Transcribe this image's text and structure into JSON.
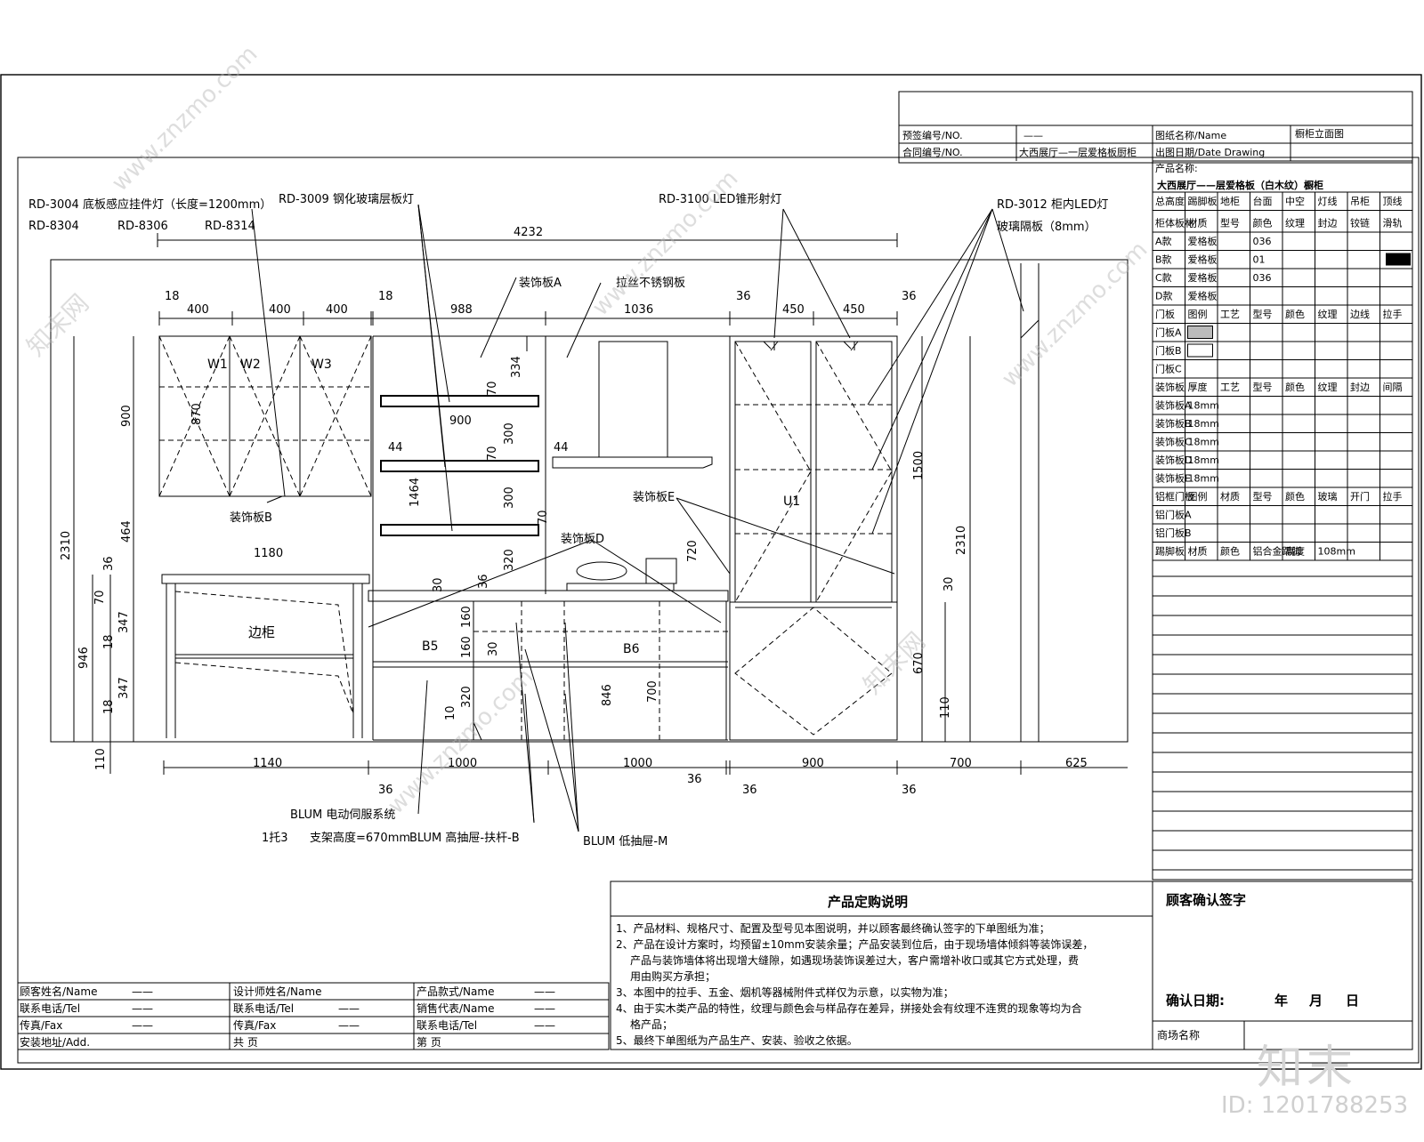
{
  "title_block": {
    "r1": {
      "l1": "预签编号/NO.",
      "v1": "——",
      "l2": "图纸名称/Name",
      "v2": "橱柜立面图"
    },
    "r2": {
      "l1": "合同编号/NO.",
      "v1": "大西展厅—一层爱格板厨柜",
      "l2": "出图日期/Date Drawing",
      "v2": ""
    },
    "product_label": "产品名称:",
    "product_name": "大西展厅——层爱格板（白木纹）橱柜",
    "spec_header": [
      "总高度",
      "踢脚板",
      "地柜",
      "台面",
      "中空",
      "灯线",
      "吊柜",
      "顶线"
    ],
    "rows": [
      [
        "柜体板材",
        "材质",
        "型号",
        "颜色",
        "纹理",
        "封边",
        "铰链",
        "滑轨"
      ],
      [
        "A款",
        "爱格板",
        "",
        "036",
        "",
        "",
        "",
        ""
      ],
      [
        "B款",
        "爱格板",
        "",
        "01",
        "",
        "",
        "",
        ""
      ],
      [
        "C款",
        "爱格板",
        "",
        "036",
        "",
        "",
        "",
        ""
      ],
      [
        "D款",
        "爱格板",
        "",
        "",
        "",
        "",
        "",
        ""
      ],
      [
        "门板",
        "图例",
        "工艺",
        "型号",
        "颜色",
        "纹理",
        "边线",
        "拉手"
      ],
      [
        "门板A",
        "",
        "",
        "",
        "",
        "",
        "",
        ""
      ],
      [
        "门板B",
        "",
        "",
        "",
        "",
        "",
        "",
        ""
      ],
      [
        "门板C",
        "",
        "",
        "",
        "",
        "",
        "",
        ""
      ],
      [
        "装饰板",
        "厚度",
        "工艺",
        "型号",
        "颜色",
        "纹理",
        "封边",
        "间隔"
      ],
      [
        "装饰板A",
        "18mm",
        "",
        "",
        "",
        "",
        "",
        ""
      ],
      [
        "装饰板B",
        "18mm",
        "",
        "",
        "",
        "",
        "",
        ""
      ],
      [
        "装饰板C",
        "18mm",
        "",
        "",
        "",
        "",
        "",
        ""
      ],
      [
        "装饰板D",
        "18mm",
        "",
        "",
        "",
        "",
        "",
        ""
      ],
      [
        "装饰板E",
        "18mm",
        "",
        "",
        "",
        "",
        "",
        ""
      ],
      [
        "铝框门板",
        "图例",
        "材质",
        "型号",
        "颜色",
        "玻璃",
        "开门",
        "拉手"
      ],
      [
        "铝门板A",
        "",
        "",
        "",
        "",
        "",
        "",
        ""
      ],
      [
        "铝门板B",
        "",
        "",
        "",
        "",
        "",
        "",
        ""
      ],
      [
        "踢脚板",
        "材质",
        "颜色",
        "铝合金踢脚",
        "高度",
        "108mm",
        "",
        ""
      ]
    ]
  },
  "labels": {
    "l1": "RD-3004 底板感应挂件灯（长度=1200mm）",
    "l2": "RD-8304",
    "l3": "RD-8306",
    "l4": "RD-8314",
    "l5": "RD-3009 钢化玻璃层板灯",
    "l6": "RD-3100  LED锥形射灯",
    "l7": "RD-3012  柜内LED灯",
    "l8": "玻璃隔板（8mm）",
    "decoA": "装饰板A",
    "steel": "拉丝不锈钢板",
    "decoB": "装饰板B",
    "decoD": "装饰板D",
    "decoE": "装饰板E",
    "side": "边柜",
    "w1": "W1",
    "w2": "W2",
    "w3": "W3",
    "b5": "B5",
    "b6": "B6",
    "u1": "U1",
    "blum1": "BLUM 电动伺服系统",
    "tuo": "1托3",
    "zhijia": "支架高度=670mm",
    "blum2": "BLUM 高抽屉-扶杆-B",
    "blum3": "BLUM 低抽屉-M"
  },
  "dims": {
    "total": "4232",
    "t18a": "18",
    "t400a": "400",
    "t400b": "400",
    "t400c": "400",
    "t18b": "18",
    "t988": "988",
    "t1036": "1036",
    "t36a": "36",
    "t450a": "450",
    "t450b": "450",
    "t36b": "36",
    "v900": "900",
    "v870": "870",
    "v2310a": "2310",
    "v464": "464",
    "v36": "36",
    "v70": "70",
    "v347a": "347",
    "v18a": "18",
    "v347b": "347",
    "v18b": "18",
    "v946": "946",
    "v110a": "110",
    "c1180": "1180",
    "s900": "900",
    "s44a": "44",
    "s44b": "44",
    "s70a": "70",
    "s334": "334",
    "s300a": "300",
    "s70b": "70",
    "s300b": "300",
    "s70c": "70",
    "s1464": "1464",
    "s320a": "320",
    "s30a": "30",
    "s36": "36",
    "s160a": "160",
    "s160b": "160",
    "s30b": "30",
    "s320b": "320",
    "s10": "10",
    "s720": "720",
    "s846": "846",
    "s700": "700",
    "r1500": "1500",
    "r2310": "2310",
    "r30": "30",
    "r670": "670",
    "r110": "110",
    "b1140": "1140",
    "b1000a": "1000",
    "b1000b": "1000",
    "b900": "900",
    "b700": "700",
    "b625": "625",
    "b36a": "36",
    "b36b": "36",
    "b36c": "36",
    "b36d": "36"
  },
  "notes": {
    "title": "产品定购说明",
    "n1": "1、产品材料、规格尺寸、配置及型号见本图说明，并以顾客最终确认签字的下单图纸为准；",
    "n2": "2、产品在设计方案时，均预留±10mm安装余量；产品安装到位后，由于现场墙体倾斜等装饰误差，",
    "n2b": "产品与装饰墙体将出现增大缝隙，如遇现场装饰误差过大，客户需增补收口或其它方式处理，费",
    "n2c": "用由购买方承担；",
    "n3": "3、本图中的拉手、五金、烟机等器械附件式样仅为示意，以实物为准；",
    "n4": "4、由于实木类产品的特性，纹理与颜色会与样品存在差异，拼接处会有纹理不连贯的现象等均为合",
    "n4b": "格产品；",
    "n5": "5、最终下单图纸为产品生产、安装、验收之依据。"
  },
  "sign": {
    "title": "顾客确认签字",
    "date": "确认日期:",
    "year": "年",
    "month": "月",
    "day": "日",
    "shop": "商场名称"
  },
  "info": {
    "c1": [
      "顾客姓名/Name",
      "联系电话/Tel",
      "传真/Fax",
      "安装地址/Add."
    ],
    "c1v": [
      "——",
      "——",
      "——",
      ""
    ],
    "c2": [
      "设计师姓名/Name",
      "联系电话/Tel",
      "传真/Fax",
      "共    页"
    ],
    "c2v": [
      "",
      "——",
      "——",
      ""
    ],
    "c3": [
      "产品款式/Name",
      "销售代表/Name",
      "联系电话/Tel",
      "第    页"
    ],
    "c3v": [
      "——",
      "——",
      "——",
      ""
    ]
  },
  "watermark": {
    "site": "www.znzmo.com",
    "brand": "知末网",
    "logo": "知末",
    "id": "ID: 1201788253"
  }
}
